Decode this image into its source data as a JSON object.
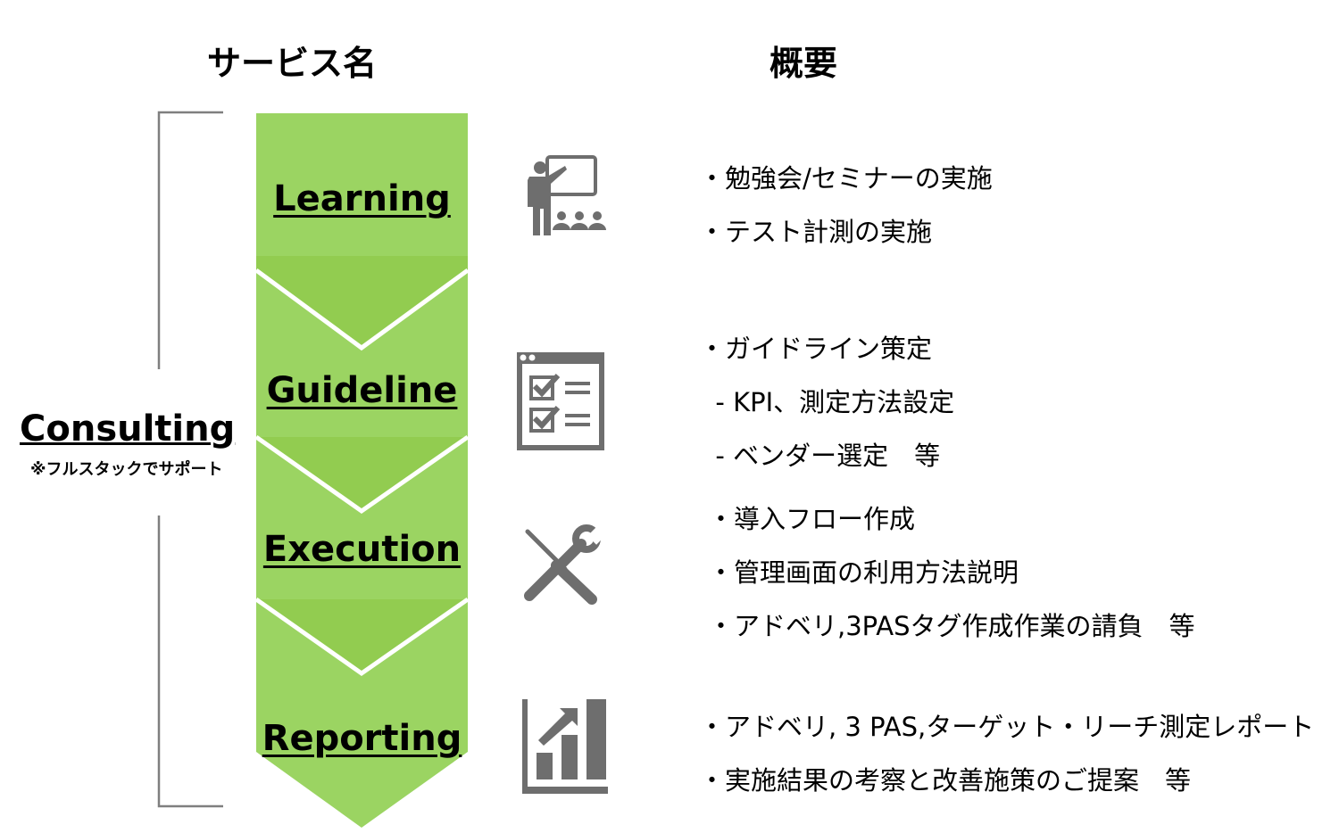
{
  "headers": {
    "service": "サービス名",
    "overview": "概要"
  },
  "group": {
    "label": "Consulting",
    "note": "※フルスタックでサポート"
  },
  "stages": [
    {
      "name": "Learning",
      "icon": "teacher-icon",
      "items": [
        "・勉強会/セミナーの実施",
        "・テスト計測の実施"
      ]
    },
    {
      "name": "Guideline",
      "icon": "checklist-icon",
      "items": [
        "・ガイドライン策定",
        "  - KPI、測定方法設定",
        "  - ベンダー選定　等"
      ]
    },
    {
      "name": "Execution",
      "icon": "tools-icon",
      "items": [
        "・導入フロー作成",
        "・管理画面の利用方法説明",
        "・アドベリ,3PASタグ作成作業の請負　等"
      ]
    },
    {
      "name": "Reporting",
      "icon": "bar-chart-icon",
      "items": [
        "・アドベリ, 3 PAS,ターゲット・リーチ測定レポート",
        "・実施結果の考察と改善施策のご提案　等"
      ]
    }
  ],
  "colors": {
    "green": "#9bd462",
    "green_dark": "#92cc50",
    "icon_gray": "#6e6e6e",
    "bracket": "#7f7f7f"
  }
}
